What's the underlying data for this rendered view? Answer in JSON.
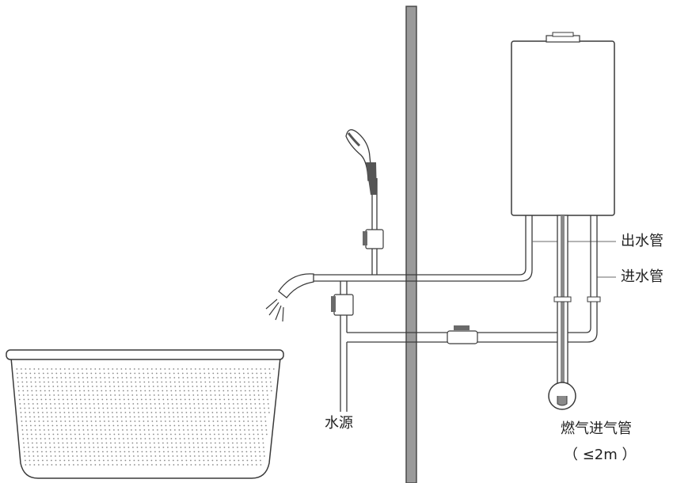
{
  "labels": {
    "outlet_pipe": "出水管",
    "inlet_pipe": "进水管",
    "water_source": "水源",
    "gas_pipe": "燃气进气管",
    "gas_pipe_length": "（ ≤2m ）"
  },
  "colors": {
    "wall": "#9a9a9a",
    "wall_edge": "#4a4a4a",
    "outline": "#3a3a3a",
    "pipe_fill": "#ffffff",
    "heater_fill": "#ffffff",
    "basin_dots": "#8a8a8a",
    "shower_dark": "#555555"
  }
}
